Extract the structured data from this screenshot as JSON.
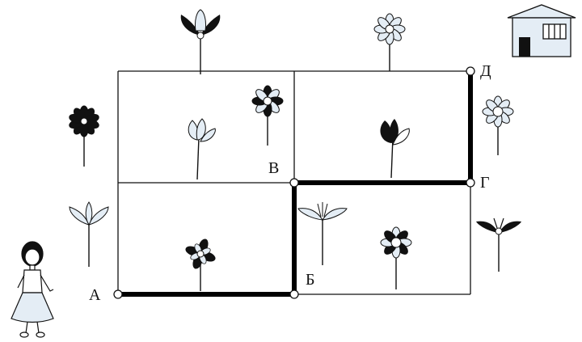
{
  "labels": {
    "a": "А",
    "b": "Б",
    "v": "В",
    "g": "Г",
    "d": "Д"
  },
  "route": [
    "А",
    "Б",
    "В",
    "Г",
    "Д"
  ],
  "colors": {
    "ink": "#111111",
    "light_fill": "#e4edf5",
    "background": "#ffffff"
  },
  "icons": {
    "girl": "girl-icon",
    "house": "house-icon",
    "flowers": "flower-icon"
  }
}
